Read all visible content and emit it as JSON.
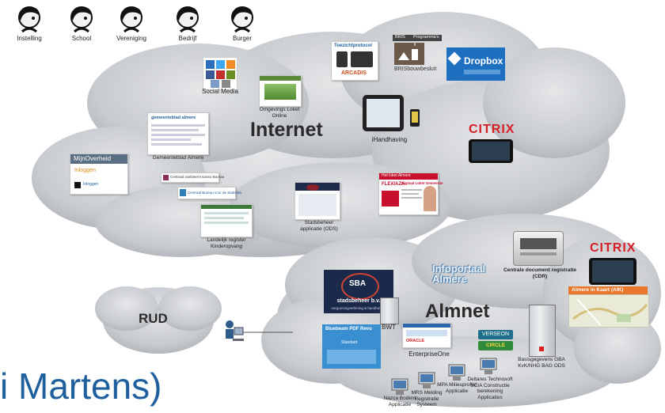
{
  "users": [
    {
      "label": "Instelling",
      "icon": "person-icon"
    },
    {
      "label": "School",
      "icon": "person-icon"
    },
    {
      "label": "Vereniging",
      "icon": "person-icon"
    },
    {
      "label": "Bedrijf",
      "icon": "person-icon"
    },
    {
      "label": "Burger",
      "icon": "person-icon"
    }
  ],
  "clouds": {
    "internet": "Internet",
    "almnet": "Almnet",
    "rud": "RUD"
  },
  "internet_items": {
    "social_media": "Social Media",
    "omgevingsloket": "Omgevings Loket Online",
    "toezichtprotocol": "Toezichtprotocol",
    "arcadis": "ARCADIS",
    "bris_header_left": "BRIS",
    "bris_header_right": "Programma's",
    "bris_caption": "BRISbouwbesluit",
    "dropbox": "Dropbox",
    "ihandhaving": "iHandhaving",
    "citrix": "CITRIX",
    "gemeenteblad_caption": "Gemeenteblad Almere",
    "gemeenteblad_title": "gemeenteblad almere",
    "mijnoverheid_title": "MijnOverheid",
    "mijnoverheid_login": "Inloggen",
    "mijnoverheid_link": "Inloggen",
    "justis": "Centraal Justitieel Incasso Bureau",
    "cbs": "Centraal Bureau voor de Statistiek",
    "lrk_caption": "Landelijk register Kinderopvang",
    "stadsbeheer_app": "Stadsbeheer applicatie (ODS)",
    "loket_header": "Het loket Almere",
    "loket_title": "Digitaal Loket Gemeente",
    "loket_logo": "FLEXIAZA"
  },
  "almnet_items": {
    "infoportaal": "Infoportaal Almere",
    "cdr": "Centrale document registratie (CDR)",
    "citrix": "CITRIX",
    "almere_in_kaart": "Almere in Kaart (AIK)",
    "sba_title": "stadsbeheer b.v.",
    "sba_sub": "vergunningverlening & handhaving",
    "sba_logo": "SBA",
    "bwt": "BWT",
    "bluebeam": "Bluebeam PDF Revu",
    "bluebeam_sub": "Standard",
    "enterprise": "EnterpriseOne",
    "oracle": "ORACLE",
    "verseon": "VERSEON",
    "circle": "CIRCLE",
    "basisgegevens": "Basisgegevens GBA KvK/NHG BAG ODS",
    "deltares": "Deltares Technosoft SCIA Constructie berekening Applicaties",
    "mpa": "MPA Milieuprofiel Applicatie",
    "mrs": "MRS Melding Registratie Systeem",
    "nazca": "Nazca Bodem Applicatie"
  },
  "footer_text": "i Martens)",
  "colors": {
    "cloud": "#c9ccd0",
    "footer_text": "#1f5f9e",
    "citrix_red": "#d61f26",
    "dropbox_blue": "#1f6fc0",
    "aik_orange": "#e8762b"
  }
}
